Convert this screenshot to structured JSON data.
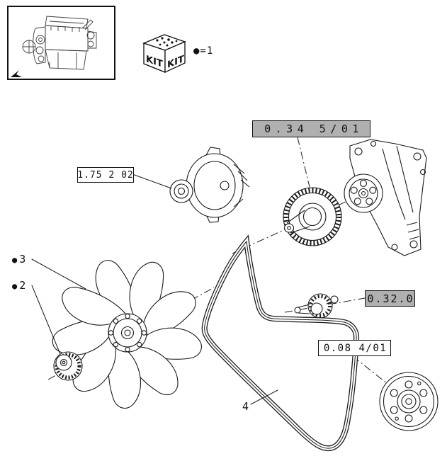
{
  "page": {
    "colors": {
      "bg": "#ffffff",
      "line": "#1a1a1a",
      "highlight": "#b0b0b0"
    }
  },
  "kit_legend": {
    "kit_text": "KIT",
    "quantity_note": "●=1"
  },
  "references": [
    {
      "code": "1.75 2 02",
      "highlighted": false
    },
    {
      "code": "0.34 5/01",
      "highlighted": true
    },
    {
      "code": "0.32.0",
      "highlighted": true
    },
    {
      "code": "0.08 4/01",
      "highlighted": false
    }
  ],
  "callouts": [
    {
      "marker": "●",
      "number": "3"
    },
    {
      "marker": "●",
      "number": "2"
    },
    {
      "marker": "",
      "number": "4"
    }
  ]
}
